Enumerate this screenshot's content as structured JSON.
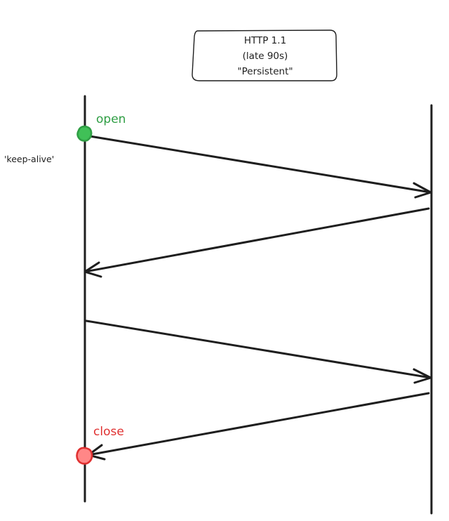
{
  "title_box": {
    "lines": [
      "HTTP 1.1",
      "(late 90s)",
      "\"Persistent\""
    ]
  },
  "note": "'keep-alive'",
  "labels": {
    "open": "open",
    "close": "close"
  },
  "colors": {
    "ink": "#1e1e1e",
    "open_fill": "#40c057",
    "open_stroke": "#2f9e44",
    "close_fill": "#ff8787",
    "close_stroke": "#e03131"
  }
}
